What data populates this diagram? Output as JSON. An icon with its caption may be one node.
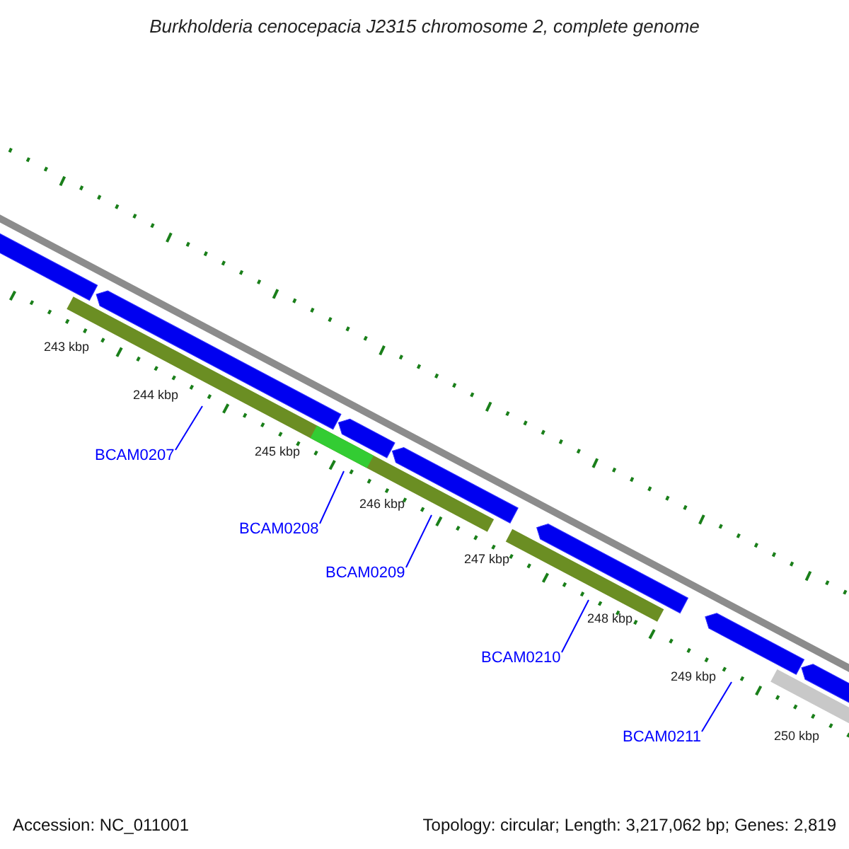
{
  "diagram": {
    "title": "Burkholderia cenocepacia J2315 chromosome 2, complete genome",
    "nodes": [
      {
        "text": [
          "BCAM0207"
        ]
      },
      {
        "text": [
          "BCAM0208"
        ]
      },
      {
        "text": [
          "BCAM0209"
        ]
      },
      {
        "text": [
          "BCAM0210"
        ]
      },
      {
        "text": [
          "BCAM0211"
        ]
      }
    ],
    "edges": [
      {
        "from": 0,
        "to": null,
        "arrow": "none"
      },
      {
        "from": 1,
        "to": null,
        "arrow": "none"
      },
      {
        "from": 2,
        "to": null,
        "arrow": "none"
      },
      {
        "from": 3,
        "to": null,
        "arrow": "none"
      },
      {
        "from": 4,
        "to": null,
        "arrow": "none"
      }
    ],
    "labels": [
      "243 kbp",
      "244 kbp",
      "245 kbp",
      "246 kbp",
      "247 kbp",
      "248 kbp",
      "249 kbp",
      "250 kbp",
      "Accession: NC_011001",
      "Topology: circular; Length: 3,217,062 bp; Genes: 2,819"
    ]
  }
}
